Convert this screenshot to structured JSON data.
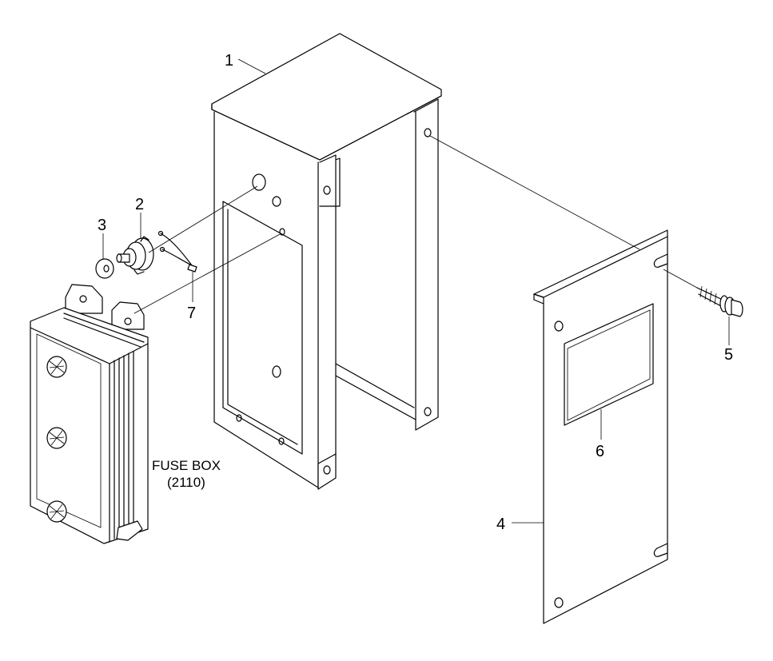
{
  "callouts": {
    "c1": "1",
    "c2": "2",
    "c3": "3",
    "c4": "4",
    "c5": "5",
    "c6": "6",
    "c7": "7"
  },
  "fuse_box": {
    "line1": "FUSE BOX",
    "line2": "(2110)"
  }
}
